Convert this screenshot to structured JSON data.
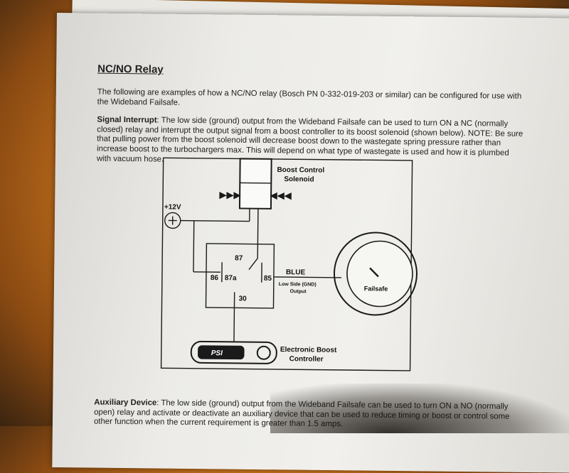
{
  "document": {
    "title": "NC/NO Relay",
    "intro": "The following are examples of how a NC/NO relay (Bosch PN 0-332-019-203 or similar) can be configured for use with the Wideband Failsafe.",
    "signal_interrupt": {
      "heading": "Signal Interrupt",
      "text": ": The low side (ground) output from the Wideband Failsafe can be used to turn ON a NC (normally closed) relay and interrupt the output signal from a boost controller to its boost solenoid (shown below). NOTE: Be sure that pulling power from the boost solenoid will decrease boost down to the wastegate spring pressure rather than increase boost to the turbochargers max. This will depend on what type of wastegate is used and how it is plumbed with vacuum hose."
    },
    "auxiliary_device": {
      "heading": "Auxiliary Device",
      "text": ": The low side (ground) output from the Wideband Failsafe can be used to turn ON a NO (normally open) relay and activate or deactivate an auxiliary device that can be used to reduce timing or boost or control some other function when the current requirement is greater than 1.5 amps."
    }
  },
  "diagram": {
    "solenoid_label_1": "Boost Control",
    "solenoid_label_2": "Solenoid",
    "power_label": "+12V",
    "pin_87": "87",
    "pin_86": "86",
    "pin_87a": "87a",
    "pin_85": "85",
    "pin_30": "30",
    "wire_color": "BLUE",
    "output_label_1": "Low Side (GND)",
    "output_label_2": "Output",
    "gauge_label": "Failsafe",
    "controller_display": "PSI",
    "controller_label_1": "Electronic Boost",
    "controller_label_2": "Controller"
  }
}
